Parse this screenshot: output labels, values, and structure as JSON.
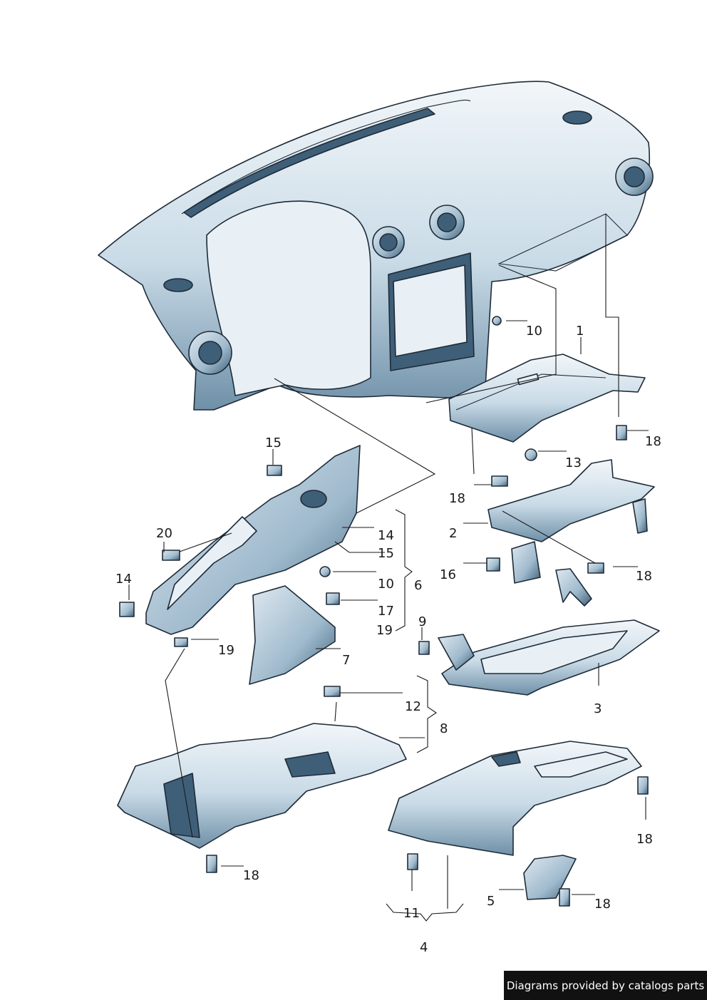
{
  "callouts": [
    {
      "id": "c1",
      "text": "1"
    },
    {
      "id": "c2",
      "text": "2"
    },
    {
      "id": "c3",
      "text": "3"
    },
    {
      "id": "c4",
      "text": "4"
    },
    {
      "id": "c5",
      "text": "5"
    },
    {
      "id": "c6",
      "text": "6"
    },
    {
      "id": "c7",
      "text": "7"
    },
    {
      "id": "c8",
      "text": "8"
    },
    {
      "id": "c9",
      "text": "9"
    },
    {
      "id": "c10a",
      "text": "10"
    },
    {
      "id": "c10b",
      "text": "10"
    },
    {
      "id": "c11",
      "text": "11"
    },
    {
      "id": "c12",
      "text": "12"
    },
    {
      "id": "c13",
      "text": "13"
    },
    {
      "id": "c14a",
      "text": "14"
    },
    {
      "id": "c14b",
      "text": "14"
    },
    {
      "id": "c15a",
      "text": "15"
    },
    {
      "id": "c15b",
      "text": "15"
    },
    {
      "id": "c16",
      "text": "16"
    },
    {
      "id": "c17",
      "text": "17"
    },
    {
      "id": "c18a",
      "text": "18"
    },
    {
      "id": "c18b",
      "text": "18"
    },
    {
      "id": "c18c",
      "text": "18"
    },
    {
      "id": "c18d",
      "text": "18"
    },
    {
      "id": "c18e",
      "text": "18"
    },
    {
      "id": "c18f",
      "text": "18"
    },
    {
      "id": "c19a",
      "text": "19"
    },
    {
      "id": "c19b",
      "text": "19"
    },
    {
      "id": "c20",
      "text": "20"
    }
  ],
  "footer": {
    "credit": "Diagrams provided by catalogs parts"
  },
  "colors": {
    "part_light": "#e9f0f5",
    "part_mid": "#b9cedd",
    "part_dark": "#3f5f78",
    "outline": "#1e2b38"
  }
}
